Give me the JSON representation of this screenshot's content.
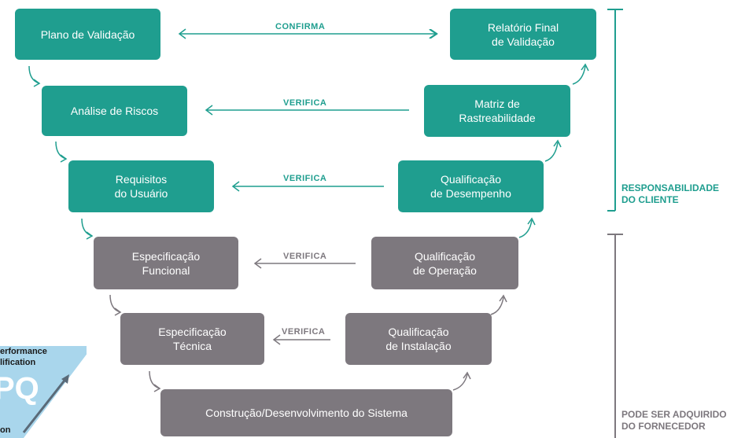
{
  "boxes": {
    "plano": "Plano de Validação",
    "analise": "Análise de Riscos",
    "requisitos": "Requisitos\ndo Usuário",
    "espec_funcional": "Especificação\nFuncional",
    "espec_tecnica": "Especificação\nTécnica",
    "construcao": "Construção/Desenvolvimento do Sistema",
    "qual_instalacao": "Qualificação\nde Instalação",
    "qual_operacao": "Qualificação\nde Operação",
    "qual_desempenho": "Qualificação\nde Desempenho",
    "matriz": "Matriz de\nRastreabilidade",
    "relatorio": "Relatório Final\nde Validação"
  },
  "connectors": {
    "c1": "CONFIRMA",
    "c2": "VERIFICA",
    "c3": "VERIFICA",
    "c4": "VERIFICA",
    "c5": "VERIFICA"
  },
  "side_labels": {
    "cliente": "RESPONSABILIDADE\nDO CLIENTE",
    "fornecedor": "PODE SER ADQUIRIDO\nDO FORNECEDOR"
  },
  "corner_fragment": {
    "line1": "erformance\nlification",
    "big": "PQ",
    "line2": "on"
  },
  "colors": {
    "client": "#1f9e8f",
    "supplier": "#7d787e",
    "corner": "#a9d6ec"
  }
}
